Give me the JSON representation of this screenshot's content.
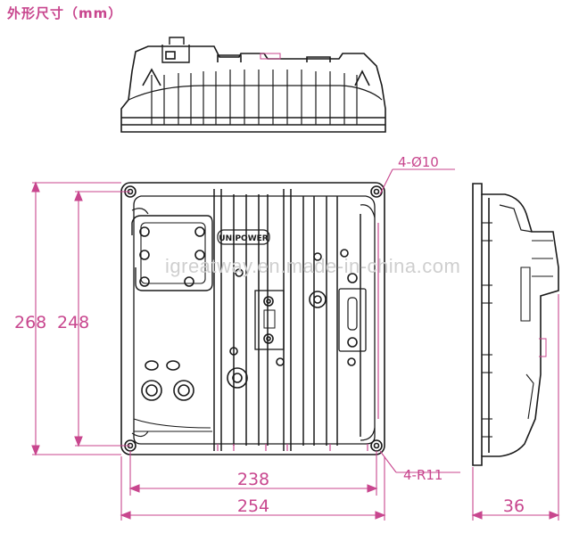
{
  "title": "外形尺寸（mm）",
  "brand_label": "UNIPOWER",
  "watermark": "igreatway.en.made-in-china.com",
  "dimensions": {
    "hole_callout": "4-Ø10",
    "radius_callout": "4-R11",
    "outer_height": "268",
    "inner_height": "248",
    "inner_width": "238",
    "outer_width": "254",
    "depth": "36"
  },
  "colors": {
    "dimension": "#c8468e",
    "drawing": "#1a1a1a",
    "watermark": "#cfcfcf"
  }
}
